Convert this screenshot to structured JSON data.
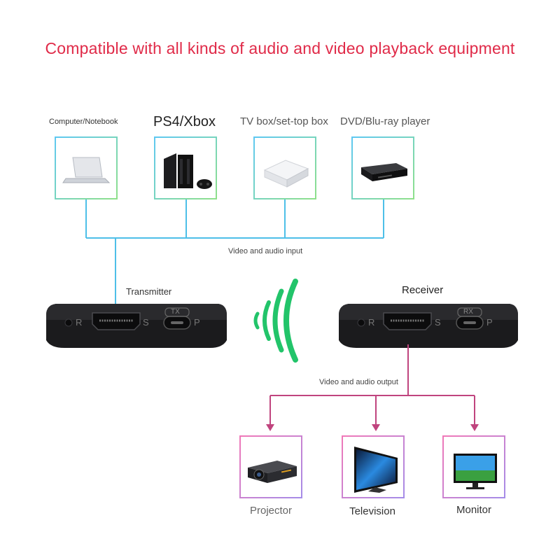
{
  "headline": "Compatible with all kinds of audio and video playback equipment",
  "sources": {
    "computer": "Computer/Notebook",
    "console": "PS4/Xbox",
    "tvbox": "TV box/set-top box",
    "dvd": "DVD/Blu-ray player"
  },
  "input_label": "Video and audio input",
  "output_label": "Video and audio output",
  "transmitter": {
    "label": "Transmitter",
    "port_r": "R",
    "port_s": "S",
    "port_p": "P",
    "tag": "TX"
  },
  "receiver": {
    "label": "Receiver",
    "port_r": "R",
    "port_s": "S",
    "port_p": "P",
    "tag": "RX"
  },
  "outputs": {
    "projector": "Projector",
    "television": "Television",
    "monitor": "Monitor"
  },
  "colors": {
    "headline": "#e02a48",
    "input_line": "#4dbfe8",
    "output_line": "#c0447e",
    "signal": "#22c46a"
  }
}
